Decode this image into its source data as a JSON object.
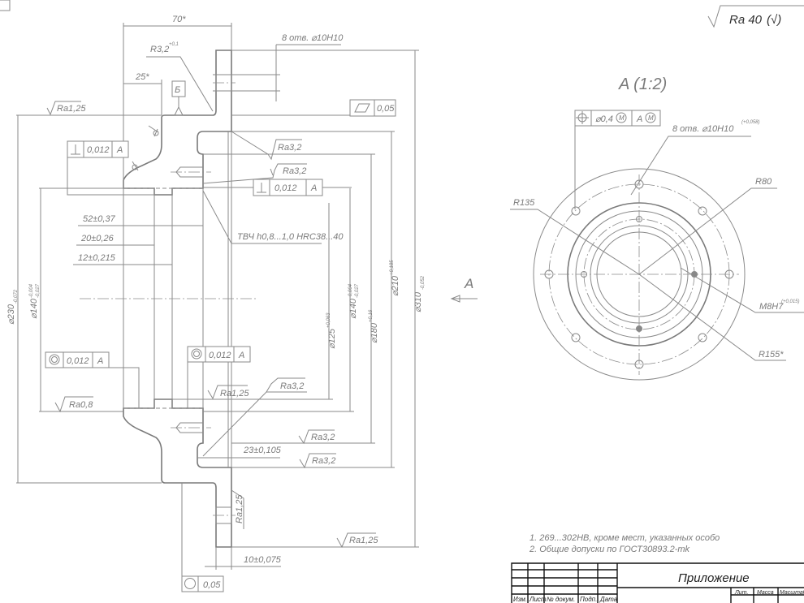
{
  "general_roughness": {
    "value": "Ra 40",
    "suffix": "(√)"
  },
  "section_view": {
    "dim_70": "70*",
    "dim_25": "25*",
    "fillet_radius": "R3,2",
    "fillet_tol": "+0,1",
    "holes_note": "8 отв. ⌀10H10",
    "datum_b": "Б",
    "flatness": {
      "value": "0,05"
    },
    "perp_top": {
      "value": "0,012",
      "datum": "A"
    },
    "perp_mid": {
      "value": "0,012",
      "datum": "A"
    },
    "conc_left": {
      "value": "0,012",
      "datum": "A"
    },
    "conc_mid": {
      "value": "0,012",
      "datum": "A"
    },
    "circ_bottom": {
      "value": "0,05"
    },
    "ra_top_left": "Ra1,25",
    "ra_groove_top": "Ra3,2",
    "ra_bore_top": "Ra3,2",
    "ra_bore_left": "Ra0,8",
    "ra_mid": "Ra1,25",
    "ra_lower_leader": "Ra3,2",
    "ra_groove_1": "Ra3,2",
    "ra_groove_2": "Ra3,2",
    "ra_flange_face": "Ra1,25",
    "ra_bottom": "Ra1,25",
    "dim_52": "52±0,37",
    "dim_20": "20±0,26",
    "dim_12": "12±0,215",
    "dim_23": "23±0,105",
    "dim_10": "10±0,075",
    "heat_treatment": "ТВЧ h0,8...1,0 HRC38...40",
    "d230": {
      "base": "⌀230",
      "tol": "-0,072"
    },
    "d140_left": {
      "base": "⌀140",
      "tol_up": "-0,004",
      "tol_lo": "-0,027"
    },
    "d125": {
      "base": "⌀125",
      "tol": "+0,063"
    },
    "d140_right": {
      "base": "⌀140",
      "tol_up": "-0,004",
      "tol_lo": "-0,027"
    },
    "d180": {
      "base": "⌀180",
      "tol": "+0,16"
    },
    "d210": {
      "base": "⌀210",
      "tol": "+0,185"
    },
    "d310": {
      "base": "⌀310",
      "tol": "-0,052"
    },
    "view_arrow": "A"
  },
  "view_a": {
    "title": "A (1:2)",
    "position_tol": {
      "value": "⌀0,4",
      "mod": "M",
      "datum": "A"
    },
    "holes_note": "8 отв. ⌀10H10",
    "holes_tol": "(+0,058)",
    "r80": "R80",
    "r135": "R135",
    "thread": "M8H7",
    "thread_tol": "(+0,015)",
    "r155": "R155*"
  },
  "notes": [
    "1. 269...302HB, кроме мест, указанных особо",
    "2. Общие допуски по ГОСТ30893.2-mk"
  ],
  "title_block": {
    "name": "Приложение",
    "cols": [
      "Изм.",
      "Лист",
      "№ докум.",
      "Подп.",
      "Дата"
    ],
    "lit": "Лит.",
    "mass": "Масса",
    "scale": "Масштаб"
  }
}
